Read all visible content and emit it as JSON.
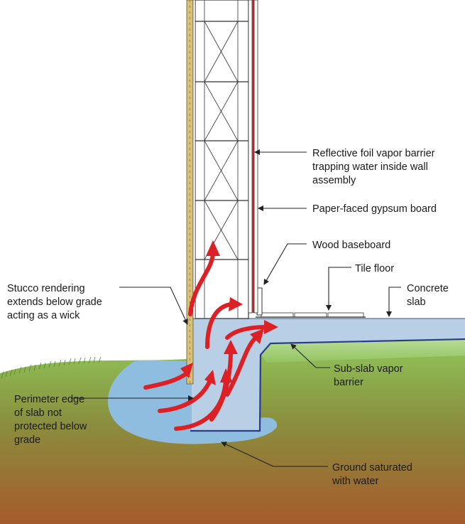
{
  "labels": {
    "reflective_foil": [
      "Reflective foil vapor barrier",
      "trapping water inside wall",
      "assembly"
    ],
    "gypsum_board": [
      "Paper-faced gypsum board"
    ],
    "wood_baseboard": [
      "Wood baseboard"
    ],
    "tile_floor": [
      "Tile floor"
    ],
    "concrete_slab": [
      "Concrete",
      "slab"
    ],
    "stucco": [
      "Stucco rendering",
      "extends below grade",
      "acting as a wick"
    ],
    "sub_slab": [
      "Sub-slab vapor",
      "barrier"
    ],
    "perimeter_edge": [
      "Perimeter edge",
      "of slab not",
      "protected below",
      "grade"
    ],
    "ground_saturated": [
      "Ground saturated",
      "with water"
    ]
  },
  "colors": {
    "moisture_arrow": "#dd1f26",
    "water": "#8fbde0",
    "slab": "#b8cfe6",
    "foil_barrier": "#d6262a",
    "stucco": "#d7c178",
    "leader_line": "#222222"
  }
}
